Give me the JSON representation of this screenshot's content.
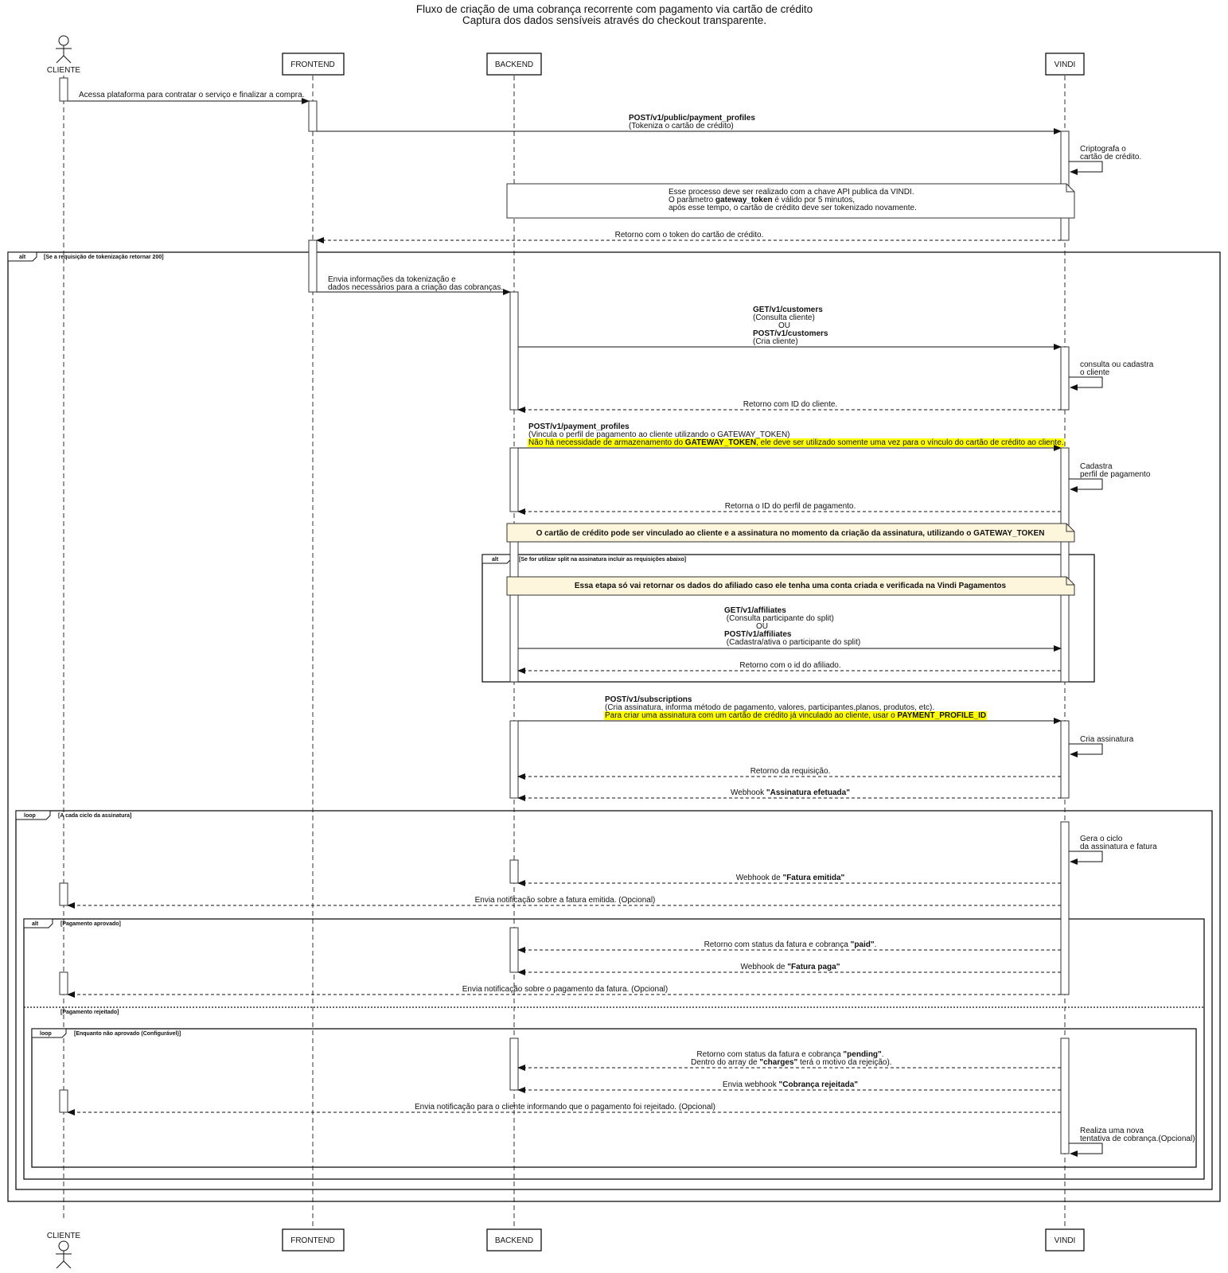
{
  "title": [
    "Fluxo de criação de uma cobrança recorrente com pagamento via cartão de crédito",
    "Captura dos dados sensíveis através do checkout transparente."
  ],
  "participants": {
    "cliente": "CLIENTE",
    "frontend": "FRONTEND",
    "backend": "BACKEND",
    "vindi": "VINDI"
  },
  "colors": {
    "highlight": "#ffff00",
    "note_yellow": "#fdf6dc"
  },
  "frames": {
    "alt1": {
      "kind": "alt",
      "guard": "[Se a requisição de tokenização retornar 200]"
    },
    "alt2": {
      "kind": "alt",
      "guard": "[Se for utilizar split na assinatura incluir as requisições abaixo]"
    },
    "loop1": {
      "kind": "loop",
      "guard": "[A cada ciclo da assinatura]"
    },
    "alt3": {
      "kind": "alt",
      "guard": "[Pagamento aprovado]",
      "else_guard": "[Pagamento rejeitado]"
    },
    "loop2": {
      "kind": "loop",
      "guard": "[Enquanto não aprovado (Configurável)]"
    }
  },
  "notes": {
    "n1": [
      [
        "Esse processo deve ser realizado com a chave API publica da VINDI."
      ],
      [
        "O parâmetro ",
        "gateway_token",
        " é válido por 5 minutos,"
      ],
      [
        "após esse tempo, o cartão de crédito deve ser tokenizado novamente."
      ]
    ],
    "n2": "O cartão de crédito pode ser vinculado ao cliente e a assinatura no momento da criação da assinatura, utilizando o GATEWAY_TOKEN",
    "n3": "Essa etapa só vai retornar os dados do afiliado caso ele tenha uma conta criada e verificada na Vindi Pagamentos"
  },
  "messages": {
    "m1": "Acessa plataforma para contratar o serviço e finalizar a compra.",
    "m2": [
      "POST/v1/public/payment_profiles",
      "(Tokeniza o cartão de crédito)"
    ],
    "m3": [
      "Criptografa o",
      "cartão de crédito."
    ],
    "m5": "Retorno com o token do cartão de crédito.",
    "m6": [
      "Envia informações da tokenização e",
      "dados necessários para a criação das cobranças."
    ],
    "m7": [
      "GET/v1/customers",
      "(Consulta cliente)",
      "OU",
      "POST/v1/customers",
      "(Cria cliente)"
    ],
    "m8": [
      "consulta ou cadastra",
      "o cliente"
    ],
    "m9": "Retorno com ID do cliente.",
    "m10": [
      "POST/v1/payment_profiles",
      "(Vincula o perfil de pagamento ao cliente utilizando o GATEWAY_TOKEN)",
      "Não há necessidade de armazenamento do ",
      "GATEWAY_TOKEN",
      ", ele deve ser utilizado somente uma vez para o vínculo do cartão de crédito ao cliente."
    ],
    "m11": [
      "Cadastra",
      "perfil de pagamento"
    ],
    "m12": "Retorna o ID do perfil de pagamento.",
    "m15": [
      "GET/v1/affiliates",
      " (Consulta participante do split)",
      "OU",
      "POST/v1/affiliates",
      " (Cadastra/ativa o participante do split)"
    ],
    "m16": "Retorno com o id do afiliado.",
    "m17": [
      "POST/v1/subscriptions",
      "(Cria assinatura, informa método de pagamento, valores, participantes,planos, produtos, etc).",
      "Para criar uma assinatura com um cartão de crédito já vinculado ao cliente, usar o ",
      "PAYMENT_PROFILE_ID"
    ],
    "m18": "Cria assinatura",
    "m19": "Retorno da requisição.",
    "m20": [
      "Webhook ",
      "\"Assinatura efetuada\""
    ],
    "m21": [
      "Gera o ciclo",
      "da assinatura e fatura"
    ],
    "m22": [
      "Webhook de ",
      "\"Fatura emitida\""
    ],
    "m23": "Envia notificação sobre a fatura emitida. (Opcional)",
    "m24": [
      "Retorno com status da fatura e cobrança ",
      "\"paid\"",
      "."
    ],
    "m25": [
      "Webhook de ",
      "\"Fatura paga\""
    ],
    "m26": "Envia notificação sobre o pagamento da fatura. (Opcional)",
    "m27": [
      "Retorno com status da fatura e cobrança ",
      "\"pending\"",
      ".",
      " Dentro do array de ",
      "\"charges\"",
      " terá o motivo da rejeição)."
    ],
    "m28": [
      "Envia webhook ",
      "\"Cobrança rejeitada\""
    ],
    "m29": "Envia notificação para o cliente informando que o pagamento foi rejeitado. (Opcional)",
    "m30": [
      "Realiza uma nova",
      "tentativa de cobrança.(Opcional)"
    ]
  }
}
